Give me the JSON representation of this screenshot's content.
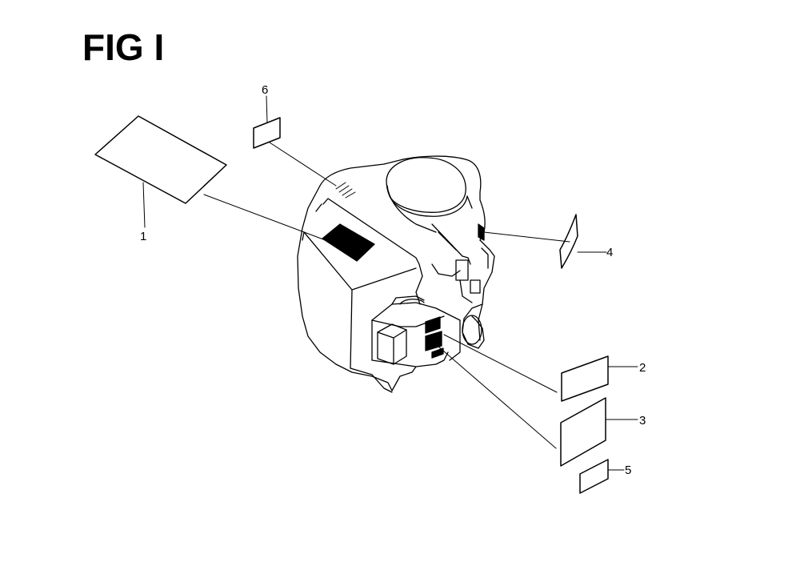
{
  "figure": {
    "title": "FIG I"
  },
  "callouts": [
    {
      "id": "1",
      "label": "1"
    },
    {
      "id": "2",
      "label": "2"
    },
    {
      "id": "3",
      "label": "3"
    },
    {
      "id": "4",
      "label": "4"
    },
    {
      "id": "5",
      "label": "5"
    },
    {
      "id": "6",
      "label": "6"
    }
  ]
}
